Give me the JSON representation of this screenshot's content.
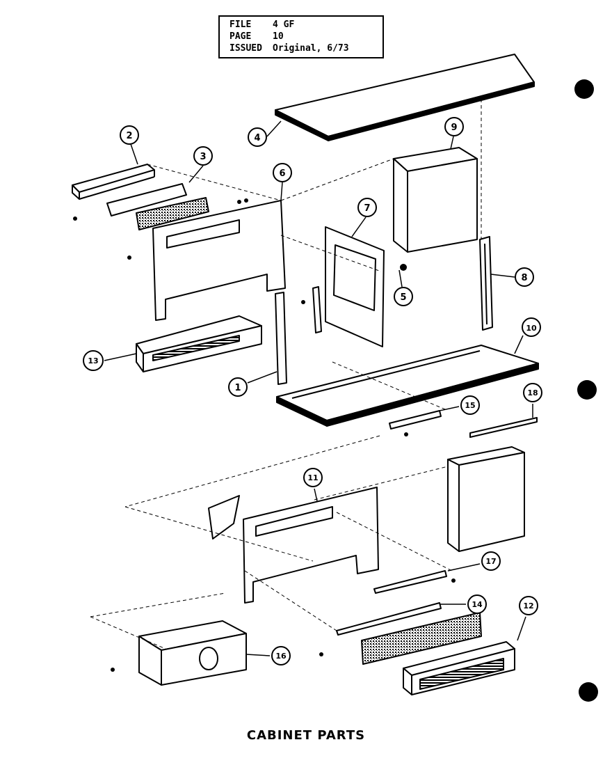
{
  "info_box": {
    "file_label": "FILE",
    "file_value": "4 GF",
    "page_label": "PAGE",
    "page_value": "10",
    "issued_label": "ISSUED",
    "issued_value": "Original, 6/73"
  },
  "callouts": {
    "c1": "1",
    "c2": "2",
    "c3": "3",
    "c4": "4",
    "c5": "5",
    "c6": "6",
    "c7": "7",
    "c8": "8",
    "c9": "9",
    "c10": "10",
    "c11": "11",
    "c12": "12",
    "c13": "13",
    "c14": "14",
    "c15": "15",
    "c16": "16",
    "c17": "17",
    "c18": "18"
  },
  "caption": "CABINET PARTS"
}
